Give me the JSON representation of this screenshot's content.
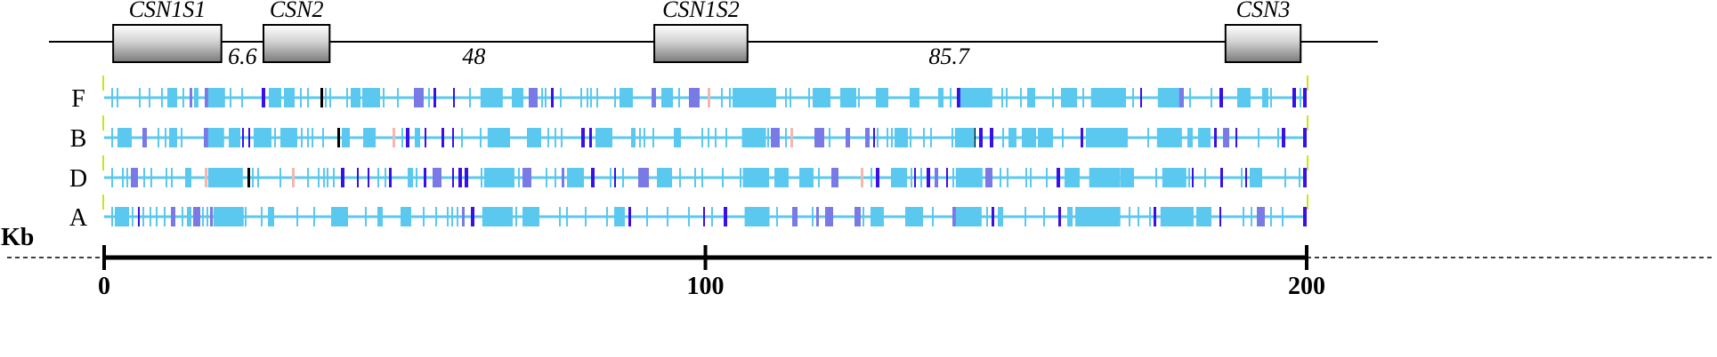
{
  "scale": {
    "unit_label": "Kb",
    "min": 0,
    "max": 200,
    "ticks": [
      {
        "value": 0,
        "label": "0"
      },
      {
        "value": 100,
        "label": "100"
      },
      {
        "value": 200,
        "label": "200"
      }
    ]
  },
  "gene_map": {
    "genes": [
      {
        "name": "CSN1S1",
        "start": 1.5,
        "end": 19.5
      },
      {
        "name": "CSN2",
        "start": 26.5,
        "end": 37.5
      },
      {
        "name": "CSN1S2",
        "start": 91.5,
        "end": 107
      },
      {
        "name": "CSN3",
        "start": 186.5,
        "end": 199
      }
    ],
    "intergenic_distances": [
      {
        "label": "6.6",
        "pos": 23
      },
      {
        "label": "48",
        "pos": 61.5
      },
      {
        "label": "85.7",
        "pos": 140.5
      }
    ]
  },
  "tracks": [
    {
      "label": "F",
      "seed": 11
    },
    {
      "label": "B",
      "seed": 23
    },
    {
      "label": "D",
      "seed": 37
    },
    {
      "label": "A",
      "seed": 53
    }
  ],
  "colors": {
    "light_blue": "#5bc8ef",
    "medium_blue": "#7a7ae6",
    "dark_blue": "#3b10e6",
    "pink": "#f2b8b0",
    "black": "#000000",
    "end_marker": "#c8e614",
    "gene_box_gradient": [
      "#ffffff",
      "#cfcfcf",
      "#7d7d7d"
    ]
  }
}
